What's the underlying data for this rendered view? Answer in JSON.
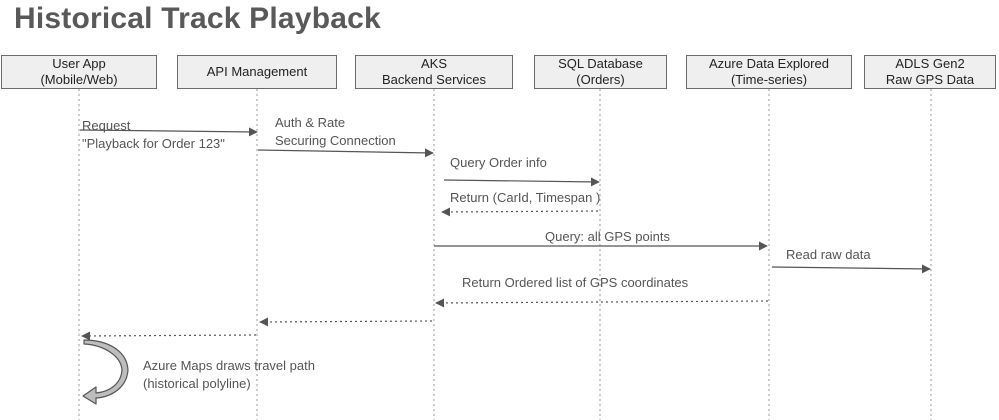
{
  "title": "Historical Track Playback",
  "participants": [
    {
      "id": "user-app",
      "line1": "User App",
      "line2": "(Mobile/Web)"
    },
    {
      "id": "api-management",
      "line1": "API Management",
      "line2": ""
    },
    {
      "id": "aks",
      "line1": "AKS",
      "line2": "Backend Services"
    },
    {
      "id": "sql-database",
      "line1": "SQL Database",
      "line2": "(Orders)"
    },
    {
      "id": "azure-data-explorer",
      "line1": "Azure Data Explored",
      "line2": "(Time-series)"
    },
    {
      "id": "adls-gen2",
      "line1": "ADLS Gen2",
      "line2": "Raw GPS Data"
    }
  ],
  "messages": [
    {
      "line1": "Request",
      "line2": "\"Playback for Order 123\"",
      "style": "solid"
    },
    {
      "line1": "Auth & Rate",
      "line2": "Securing Connection",
      "style": "solid"
    },
    {
      "line1": "Query Order info",
      "line2": "",
      "style": "solid"
    },
    {
      "line1": "Return (CarId, Timespan )",
      "line2": "",
      "style": "dotted"
    },
    {
      "line1": "Query: all GPS points",
      "line2": "",
      "style": "solid"
    },
    {
      "line1": "Read raw data",
      "line2": "",
      "style": "solid"
    },
    {
      "line1": "Return Ordered list of GPS coordinates",
      "line2": "",
      "style": "dotted"
    },
    {
      "line1": "",
      "line2": "",
      "style": "dotted"
    },
    {
      "line1": "",
      "line2": "",
      "style": "dotted"
    }
  ],
  "self_note": {
    "line1": "Azure Maps draws travel path",
    "line2": "(historical polyline)"
  }
}
